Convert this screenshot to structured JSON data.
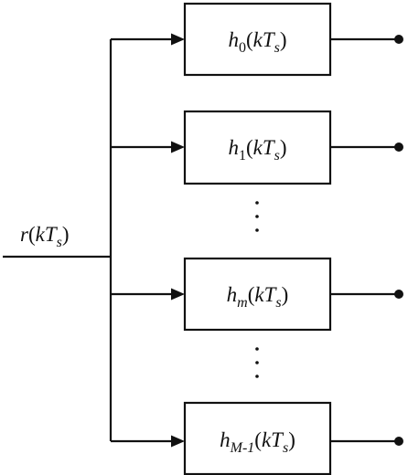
{
  "input": {
    "label": "r(kTs)",
    "parts": {
      "fn": "r",
      "open": "(",
      "k": "k",
      "T": "T",
      "sub": "s",
      "close": ")"
    }
  },
  "filters": [
    {
      "fn": "h",
      "index": "0",
      "arg": "kTs"
    },
    {
      "fn": "h",
      "index": "1",
      "arg": "kTs"
    },
    {
      "fn": "h",
      "index": "m",
      "arg": "kTs"
    },
    {
      "fn": "h",
      "index": "M-1",
      "arg": "kTs"
    }
  ],
  "ellipsis": "⋮"
}
